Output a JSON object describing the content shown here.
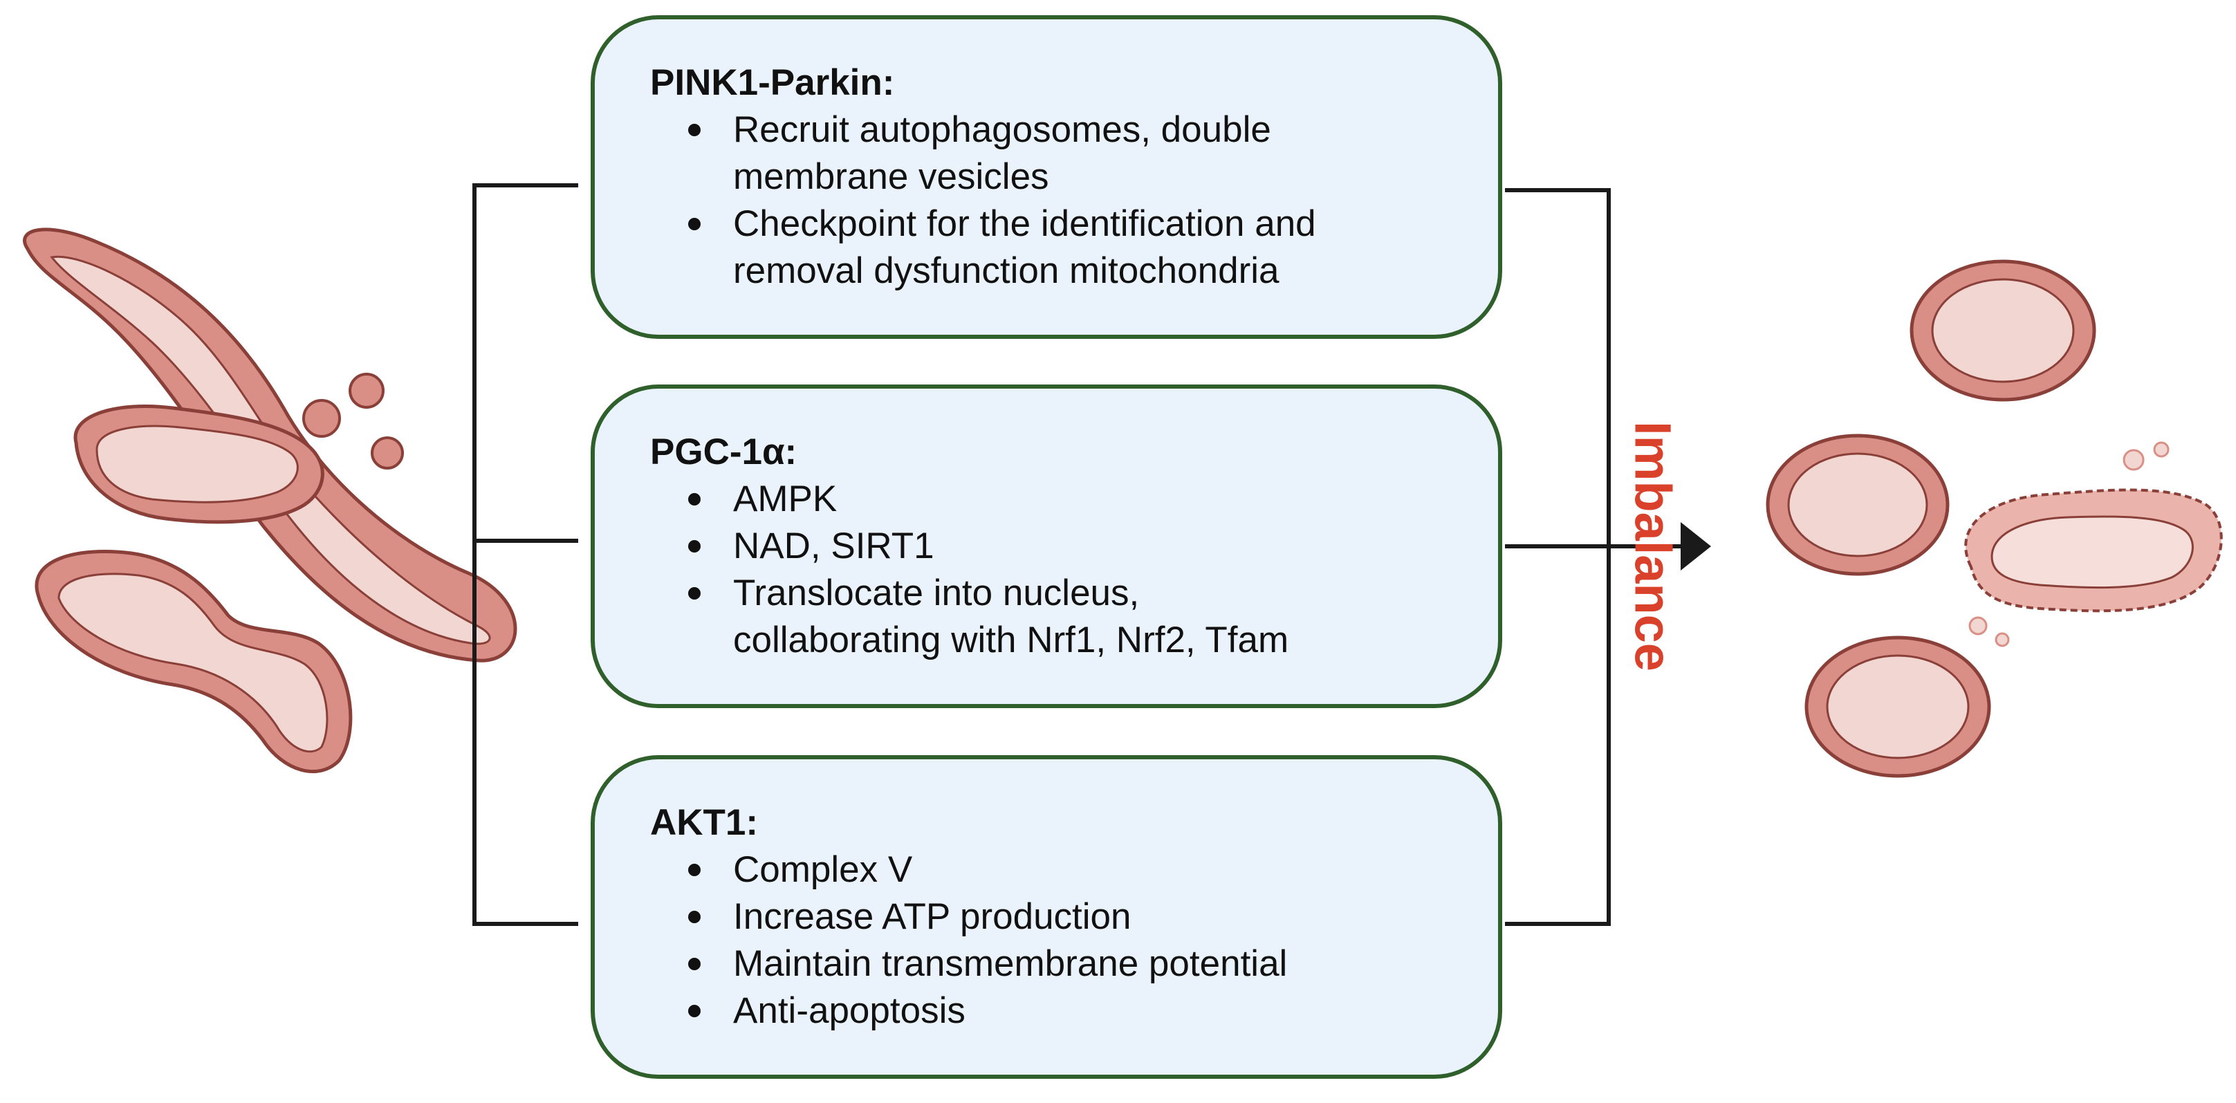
{
  "boxes": [
    {
      "title": "PINK1-Parkin:",
      "items": [
        [
          "Recruit autophagosomes, double",
          "membrane vesicles"
        ],
        [
          "Checkpoint for the identification and",
          "removal dysfunction mitochondria"
        ]
      ]
    },
    {
      "title": "PGC-1α:",
      "items": [
        [
          "AMPK"
        ],
        [
          "NAD, SIRT1"
        ],
        [
          "Translocate into nucleus,",
          "collaborating with Nrf1, Nrf2, Tfam"
        ]
      ]
    },
    {
      "title": "AKT1:",
      "items": [
        [
          "Complex V"
        ],
        [
          "Increase ATP production"
        ],
        [
          "Maintain transmembrane potential"
        ],
        [
          "Anti-apoptosis"
        ]
      ]
    }
  ],
  "outcome_label": "Imbalance",
  "colors": {
    "box_fill": "#eaf3fb",
    "box_border": "#2f5f2a",
    "connector": "#1a1a1a",
    "imbalance_text": "#d9412b",
    "mito_fill": "#d98f85",
    "mito_inner": "#f2d6d1",
    "mito_outline": "#8a3f38"
  }
}
